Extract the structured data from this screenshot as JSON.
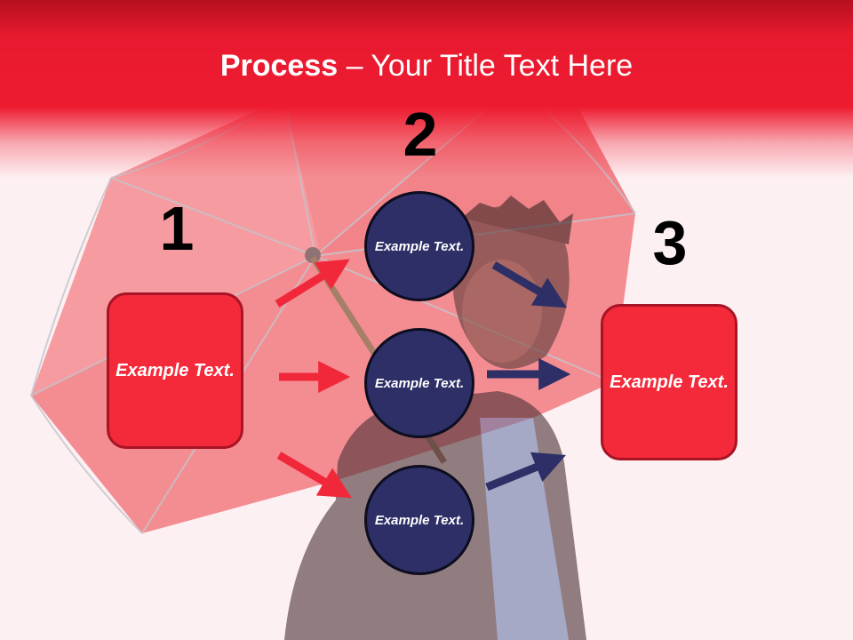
{
  "title": {
    "bold": "Process",
    "rest": " – Your Title Text Here"
  },
  "steps": {
    "one": {
      "number": "1",
      "label": "Example Text."
    },
    "two": {
      "number": "2",
      "labels": [
        "Example Text.",
        "Example Text.",
        "Example Text."
      ]
    },
    "three": {
      "number": "3",
      "label": "Example Text."
    }
  },
  "colors": {
    "red_box": "#f42a3b",
    "navy_circle": "#2d2f66",
    "red_arrow": "#f0283a",
    "navy_arrow": "#2d2f66"
  }
}
